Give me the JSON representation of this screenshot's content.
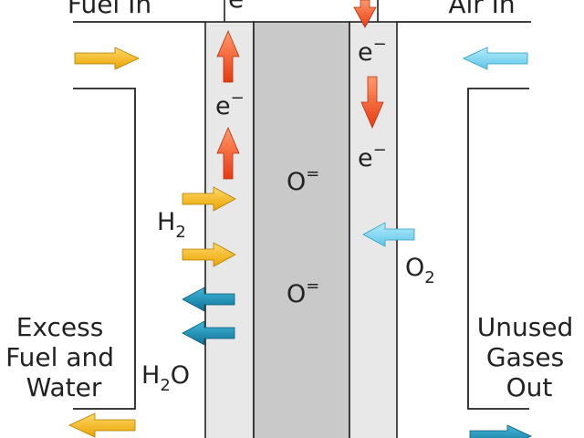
{
  "labels": {
    "fuel_in": "Fuel In",
    "air_in": "Air In",
    "electron": "e",
    "electron_charge": "−",
    "oxide_ion": "O",
    "oxide_charge": "=",
    "hydrogen": "H",
    "hydrogen_sub": "2",
    "oxygen": "O",
    "oxygen_sub": "2",
    "water_h": "H",
    "water_sub": "2",
    "water_o": "O",
    "excess_line1": "Excess",
    "excess_line2": "Fuel and",
    "excess_line3": "Water",
    "unused_line1": "Unused",
    "unused_line2": "Gases",
    "unused_line3": "Out"
  },
  "colors": {
    "electrode": "#e8e8e8",
    "electrolyte": "#c9c9c9",
    "outline": "#222222",
    "fuel_arrow": "#f2b21b",
    "water_arrow": "#1f8fb5",
    "oxygen_arrow": "#7fd6f2",
    "air_arrow": "#5bc3e6",
    "electron_arrow": "#f04a1f"
  }
}
